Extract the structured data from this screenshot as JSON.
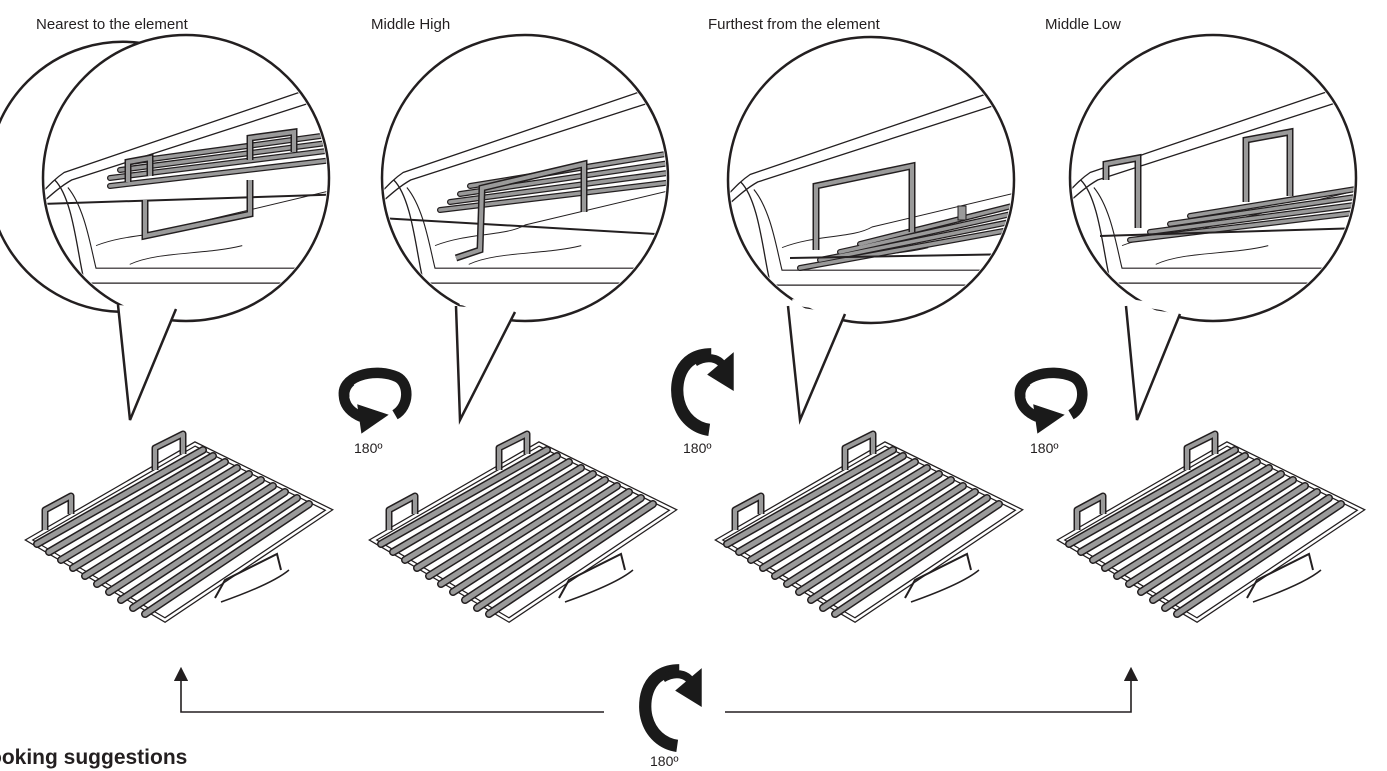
{
  "panels": [
    {
      "label": "Nearest to the element"
    },
    {
      "label": "Middle High"
    },
    {
      "label": "Furthest from the element"
    },
    {
      "label": "Middle Low"
    }
  ],
  "rotations": [
    {
      "label": "180º",
      "icon": "rotate-horizontal-icon"
    },
    {
      "label": "180º",
      "icon": "rotate-vertical-icon"
    },
    {
      "label": "180º",
      "icon": "rotate-horizontal-icon"
    },
    {
      "label": "180º",
      "icon": "rotate-vertical-icon"
    }
  ],
  "section_heading": "ooking suggestions",
  "colors": {
    "line": "#231f20",
    "rod_fill": "#9a9a9a",
    "arrow_fill": "#1a1a1a",
    "background": "#ffffff"
  }
}
